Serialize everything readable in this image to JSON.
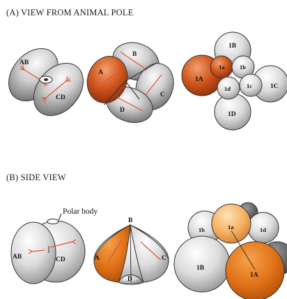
{
  "panel_a": {
    "caption": "(A) VIEW FROM ANIMAL POLE",
    "two_cell": {
      "labels": [
        "AB",
        "CD"
      ]
    },
    "four_cell": {
      "labels": [
        "B",
        "A",
        "C",
        "D"
      ]
    },
    "eight_cell": {
      "labels": [
        "1B",
        "1a",
        "1b",
        "1A",
        "1d",
        "1c",
        "1C",
        "1D"
      ]
    }
  },
  "panel_b": {
    "caption": "(B) SIDE VIEW",
    "polar_body": "Polar body",
    "two_cell": {
      "labels": [
        "AB",
        "CD"
      ]
    },
    "four_cell": {
      "labels": [
        "B",
        "A",
        "C",
        "D"
      ]
    },
    "eight_cell": {
      "labels": [
        "1b",
        "1a",
        "1d",
        "1B",
        "1A"
      ]
    }
  },
  "colors": {
    "orange_dark": "#c2410c",
    "orange_light": "#f7b260",
    "gray": "#b9b9b9",
    "spindle": "#e0543a"
  }
}
